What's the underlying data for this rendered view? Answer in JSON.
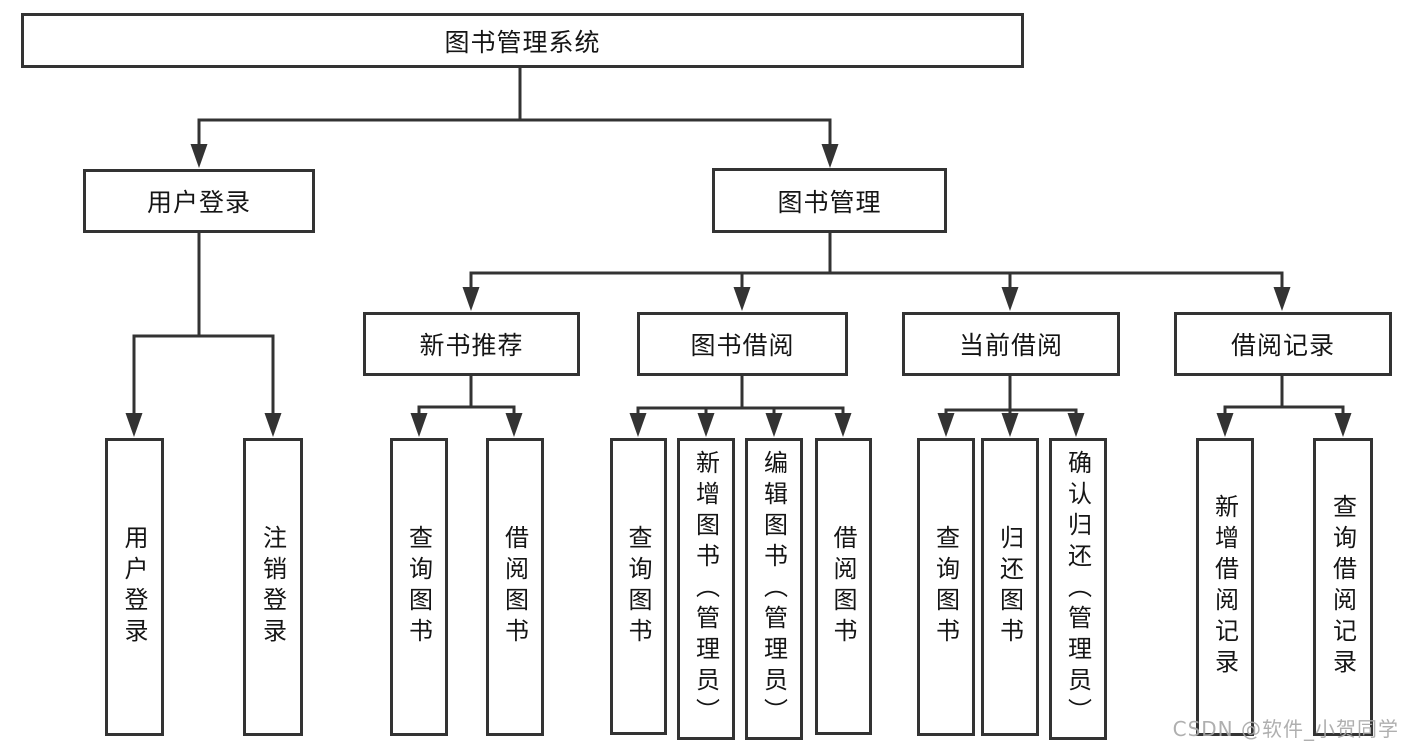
{
  "tree": {
    "root": {
      "label": "图书管理系统",
      "children": [
        {
          "label": "用户登录",
          "children": [
            {
              "label": "用户登录"
            },
            {
              "label": "注销登录"
            }
          ]
        },
        {
          "label": "图书管理",
          "children": [
            {
              "label": "新书推荐",
              "children": [
                {
                  "label": "查询图书"
                },
                {
                  "label": "借阅图书"
                }
              ]
            },
            {
              "label": "图书借阅",
              "children": [
                {
                  "label": "查询图书"
                },
                {
                  "label": "新增图书（管理员）"
                },
                {
                  "label": "编辑图书（管理员）"
                },
                {
                  "label": "借阅图书"
                }
              ]
            },
            {
              "label": "当前借阅",
              "children": [
                {
                  "label": "查询图书"
                },
                {
                  "label": "归还图书"
                },
                {
                  "label": "确认归还（管理员）"
                }
              ]
            },
            {
              "label": "借阅记录",
              "children": [
                {
                  "label": "新增借阅记录"
                },
                {
                  "label": "查询借阅记录"
                }
              ]
            }
          ]
        }
      ]
    }
  },
  "watermark": "CSDN @软件_小贺同学",
  "colors": {
    "line": "#333333",
    "box_border": "#333333",
    "box_fill": "#ffffff",
    "text": "#151515",
    "background": "#ffffff",
    "watermark": "#a9a9a9"
  }
}
